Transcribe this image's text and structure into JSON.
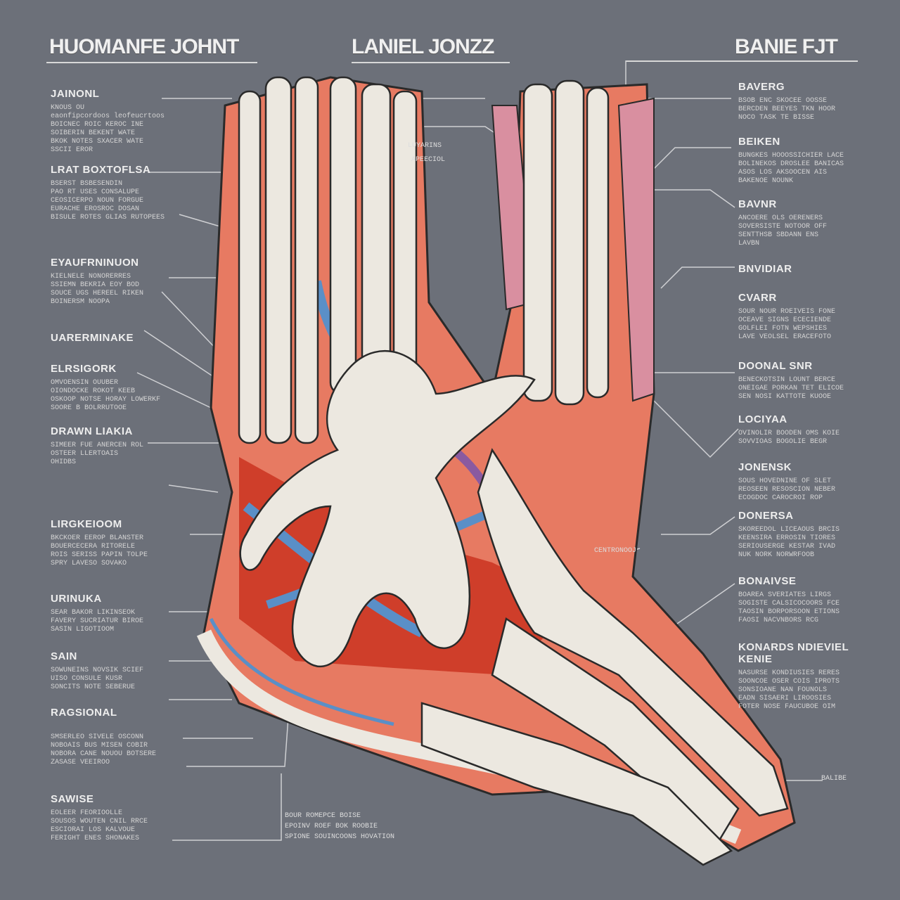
{
  "titles": {
    "left": "HUOMANFE JOHNT",
    "center": "LANIEL JONZZ",
    "right": "BANIE FJT"
  },
  "left_blocks": [
    {
      "heading": "JAINONL",
      "text": [
        "KNOUS OU",
        "eaonfipcordoos leofeucrtoos",
        "BOICNEC ROIC KEROC INE",
        "SOIBERIN BEKENT WATE",
        "BKOK NOTES  SXACER WATE",
        "SSCII EROR"
      ]
    },
    {
      "heading": "LRAT BOXTOFLSA",
      "text": [
        "BSERST BSBESENDIN",
        "PAO RT USES CONSALUPE",
        "CEOSICERPO NOUN FORGUE",
        "EURACHE EROSROC DOSAN",
        "BISULE ROTES  GLIAS RUTOPEES"
      ]
    },
    {
      "heading": "EYAUFRNINUON",
      "text": [
        "KIELNELE NONORERRES",
        "SSIEMN BEKRIA EOY BOD",
        "SOUCE UGS HEREEL RIKEN",
        "BOINERSM NOOPA"
      ]
    },
    {
      "heading": "UARERMINAKE",
      "text": []
    },
    {
      "heading": "ELRSIGORK",
      "text": [
        "OMVOENSIN OUUBER",
        "OIONDOCKE ROKOT KEEB",
        "OSKOOP NOTSE HORAY LOWERKF",
        "SOORE B BOLRRUTOOE"
      ]
    },
    {
      "heading": "DRAWN LIAKIA",
      "text": [
        "SIMEER FUE ANERCEN ROL",
        "OSTEER LLERTOAIS",
        "OHIDBS"
      ]
    },
    {
      "heading": "LIRGKEIOOM",
      "text": [
        "BKCKOER EEROP BLANSTER",
        "BOUERCECERA RITORELE",
        "ROIS SERISS PAPIN TOLPE",
        "SPRY LAVESO SOVAKO"
      ]
    },
    {
      "heading": "URINUKA",
      "text": [
        "SEAR BAKOR LIKINSEOK",
        "FAVERY SUCRIATUR BIROE",
        "SASIN LIGOTIOOM"
      ]
    },
    {
      "heading": "SAIN",
      "text": [
        "SOWUNEINS NOVSIK SCIEF",
        "UISO CONSULE KUSR",
        "SONCITS NOTE SEBERUE"
      ]
    },
    {
      "heading": "RAGSIONAL",
      "text": []
    },
    {
      "heading": "",
      "text": [
        "SMSERLEO SIVELE OSCONN",
        "NOBOAIS BUS MISEN COBIR",
        "NOBORA CANE NOUOU BOTSERE",
        "ZASASE VEEIROO"
      ]
    },
    {
      "heading": "SAWISE",
      "text": [
        "EOLEER FEORIOOLLE",
        "SOUSOS WOUTEN CNIL RRCE",
        "ESCIORAI LOS KALVOUE",
        "FERIGHT ENES SHONAKES"
      ]
    }
  ],
  "right_blocks": [
    {
      "heading": "BAVERG",
      "text": [
        "BSOB ENC SKOCEE OOSSE",
        "BERCDEN BEEYES TKN HOOR",
        "NOCO TASK TE BISSE"
      ]
    },
    {
      "heading": "BEIKEN",
      "text": [
        "BUNGKES HOOOSSICHIER LACE",
        "BOLINEKOS DROSLEE BANICAS",
        "ASOS LOS AKSOOCEN AIS",
        "BAKENOE NOUNK"
      ]
    },
    {
      "heading": "BAVNR",
      "text": [
        "ANCOERE OLS OERENERS",
        "SOVERSISTE NOTOOR OFF",
        "SENTTHSB SBDANN ENS",
        "LAVBN"
      ]
    },
    {
      "heading": "BNVIDIAR",
      "text": []
    },
    {
      "heading": "CVARR",
      "text": [
        "SOUR NOUR ROEIVEIS FONE",
        "OCEAVE SIGNS ECECIENDE",
        "GOLFLEI FOTN WEPSHIES",
        "LAVE VEOLSEL ERACEFOTO"
      ]
    },
    {
      "heading": "DOONAL SNR",
      "text": [
        "BENECKOTSIN LOUNT BERCE",
        "ONEIGAE PORKAN TET ELICOE",
        "SEN NOSI KATTOTE KUOOE"
      ]
    },
    {
      "heading": "LOCIYAA",
      "text": [
        "OVINOLIR BOODEN OMS KOIE",
        "SOVVIOAS BOGOLIE BEGR"
      ]
    },
    {
      "heading": "JONENSK",
      "text": [
        "SOUS HOVEDNINE OF SLET",
        "REOSEEN RESOSCION NEBER",
        "ECOGDOC CAROCROI ROP"
      ]
    },
    {
      "heading": "DONERSA",
      "text": [
        "SKOREEDOL LICEAOUS BRCIS",
        "KEENSIRA ERROSIN TIORES",
        "SERIOUSERGE KESTAR IVAD",
        "NUK NORK NORWRFOOB"
      ]
    },
    {
      "heading": "BONAIVSE",
      "text": [
        "BOAREA SVERIATES LIRGS",
        "SOGISTE CALSICOCOORS FCE",
        "TAOSIN BORPORSOON ETIONS",
        "FAOSI NACVNBORS RCG"
      ]
    },
    {
      "heading": "KONARDS NDIEVIEL KENIE",
      "text": [
        "NASURSE KONDIUSIES RERES",
        "SOONCOE OSER COIS IPROTS",
        "SONSIOANE NAN FOUNOLS",
        "EADN SISAERI LIROOSIES",
        "FOTER NOSE FAUCUBOE OIM"
      ]
    }
  ],
  "center_labels": {
    "upper": [
      "LUYARINS",
      "APEECIOL"
    ],
    "mid": "CENTRONOOJ",
    "toe": "BALIBE",
    "bottom": [
      "BOUR ROMEPCE BOISE",
      "EPOINV ROEF BOK ROOBIE",
      "SPIONE SOUINCOONS HOVATION"
    ]
  },
  "colors": {
    "background": "#6c7079",
    "bone": "#ece8e0",
    "artery": "#e0452e",
    "vein": "#5a8fc7",
    "muscle": "#e77a62",
    "tendon": "#d98fa0"
  }
}
